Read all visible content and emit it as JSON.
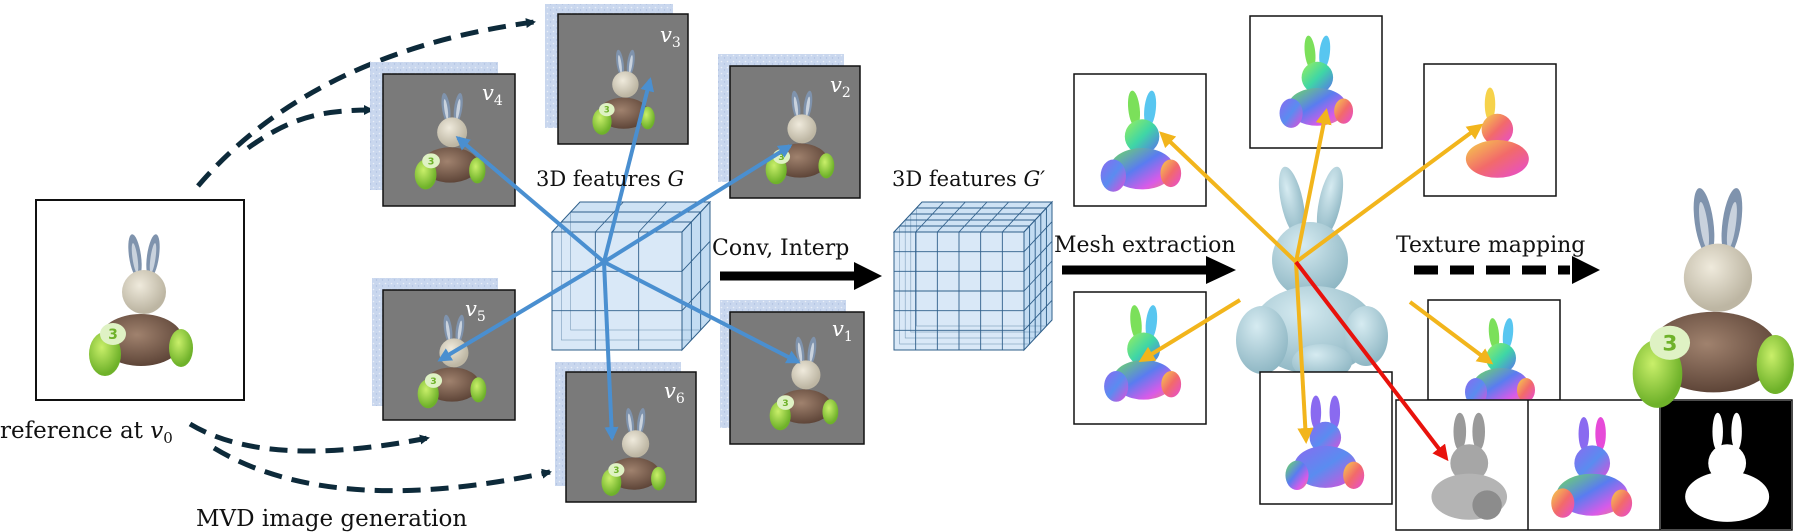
{
  "labels": {
    "reference_prefix": "reference at ",
    "reference_var": "v",
    "reference_sub": "0",
    "mvd_caption": "MVD image generation",
    "features_g_prefix": "3D features ",
    "features_g_var": "G",
    "features_gp_prefix": "3D features ",
    "features_gp_var": "G′",
    "conv_interp": "Conv, Interp",
    "mesh_extraction": "Mesh extraction",
    "texture_mapping": "Texture mapping"
  },
  "views": [
    {
      "id": "v4",
      "var": "v",
      "sub": "4"
    },
    {
      "id": "v3",
      "var": "v",
      "sub": "3"
    },
    {
      "id": "v2",
      "var": "v",
      "sub": "2"
    },
    {
      "id": "v5",
      "var": "v",
      "sub": "5"
    },
    {
      "id": "v1",
      "var": "v",
      "sub": "1"
    },
    {
      "id": "v6",
      "var": "v",
      "sub": "6"
    }
  ],
  "colors": {
    "dashed_arrow": "#0d2a3a",
    "view_projection_arrow": "#4a8fd0",
    "normal_arrow": "#f2b51c",
    "depth_arrow": "#e8120c",
    "grid_fill": "#b9d6f0",
    "grid_line": "#2f5f8a",
    "view_bg": "#7a7a7a",
    "mesh_color": "#a9cbd6"
  },
  "icons": [
    "bunny-car-icon",
    "bunny-mesh-icon",
    "normal-map-icon",
    "depth-map-icon",
    "mask-icon",
    "voxel-grid-icon"
  ]
}
